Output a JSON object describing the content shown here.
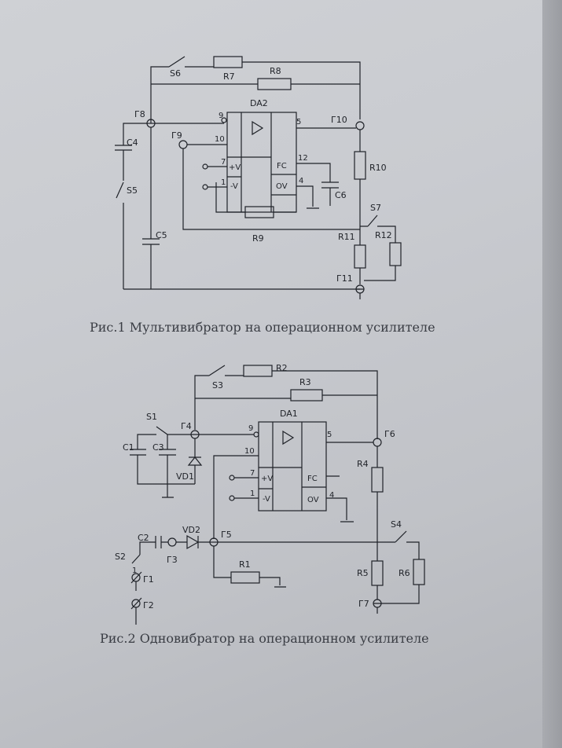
{
  "fig1": {
    "caption": "Рис.1 Мультивибратор на операционном усилителе",
    "opamp": {
      "ref": "DA2",
      "pin_in_plus": "9",
      "pin_in_minus": "10",
      "pin_pos": "7",
      "pin_neg": "1",
      "pin_out": "5",
      "pin_fc": "12",
      "pin_ov": "4",
      "lbl_pos": "+V",
      "lbl_neg": "-V",
      "lbl_fc": "FC",
      "lbl_ov": "OV"
    },
    "labels": {
      "s6": "S6",
      "r7": "R7",
      "r8": "R8",
      "g8": "Г8",
      "g9": "Г9",
      "g10": "Г10",
      "c4": "C4",
      "s5": "S5",
      "c5": "C5",
      "r10": "R10",
      "c6": "C6",
      "s7": "S7",
      "r9": "R9",
      "r11": "R11",
      "r12": "R12",
      "g11": "Г11"
    }
  },
  "fig2": {
    "caption": "Рис.2 Одновибратор на операционном усилителе",
    "opamp": {
      "ref": "DA1",
      "pin_in_plus": "9",
      "pin_in_minus": "10",
      "pin_pos": "7",
      "pin_neg": "1",
      "pin_out": "5",
      "pin_ov": "4",
      "lbl_pos": "+V",
      "lbl_neg": "-V",
      "lbl_fc": "FC",
      "lbl_ov": "OV"
    },
    "labels": {
      "s3": "S3",
      "r2": "R2",
      "r3": "R3",
      "s1": "S1",
      "g4": "Г4",
      "c1": "C1",
      "c3": "C3",
      "vd1": "VD1",
      "g6": "Г6",
      "r4": "R4",
      "s4": "S4",
      "c2": "C2",
      "vd2": "VD2",
      "g5": "Г5",
      "s2": "S2",
      "g3": "Г3",
      "r1": "R1",
      "g1": "Г1",
      "g2": "Г2",
      "r5": "R5",
      "r6": "R6",
      "g7": "Г7",
      "s2_pos": "1"
    }
  }
}
